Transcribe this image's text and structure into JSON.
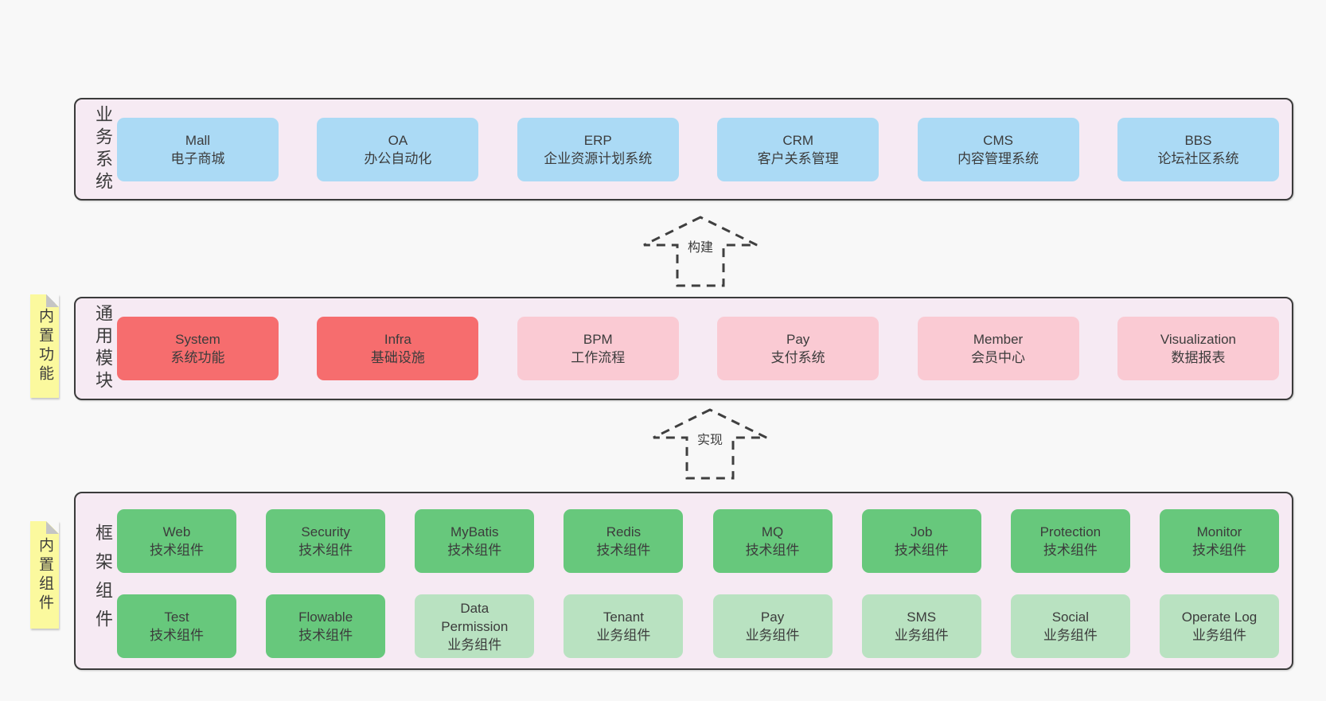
{
  "colors": {
    "page_bg": "#f8f8f8",
    "band_bg": "#f6eaf3",
    "band_border": "#3b3b3b",
    "blue": "#abdaf5",
    "red": "#f66d6e",
    "pink": "#facad3",
    "green": "#67c87c",
    "green_light": "#b9e2c1",
    "sticky_yellow": "#fbf99e",
    "sticky_fold": "#c5c5c5",
    "text": "#3c3c3c"
  },
  "bands": [
    {
      "label": "业务系统",
      "boxes": [
        {
          "name": "Mall",
          "desc": "电子商城"
        },
        {
          "name": "OA",
          "desc": "办公自动化"
        },
        {
          "name": "ERP",
          "desc": "企业资源计划系统"
        },
        {
          "name": "CRM",
          "desc": "客户关系管理"
        },
        {
          "name": "CMS",
          "desc": "内容管理系统"
        },
        {
          "name": "BBS",
          "desc": "论坛社区系统"
        }
      ]
    },
    {
      "label": "通用模块",
      "sticky": "内置功能",
      "boxes": [
        {
          "name": "System",
          "desc": "系统功能"
        },
        {
          "name": "Infra",
          "desc": "基础设施"
        },
        {
          "name": "BPM",
          "desc": "工作流程"
        },
        {
          "name": "Pay",
          "desc": "支付系统"
        },
        {
          "name": "Member",
          "desc": "会员中心"
        },
        {
          "name": "Visualization",
          "desc": "数据报表"
        }
      ]
    },
    {
      "label": "框架组件",
      "sticky": "内置组件",
      "rows": [
        [
          {
            "name": "Web",
            "desc": "技术组件"
          },
          {
            "name": "Security",
            "desc": "技术组件"
          },
          {
            "name": "MyBatis",
            "desc": "技术组件"
          },
          {
            "name": "Redis",
            "desc": "技术组件"
          },
          {
            "name": "MQ",
            "desc": "技术组件"
          },
          {
            "name": "Job",
            "desc": "技术组件"
          },
          {
            "name": "Protection",
            "desc": "技术组件"
          },
          {
            "name": "Monitor",
            "desc": "技术组件"
          }
        ],
        [
          {
            "name": "Test",
            "desc": "技术组件"
          },
          {
            "name": "Flowable",
            "desc": "技术组件"
          },
          {
            "name": "Data Permission",
            "desc": "业务组件"
          },
          {
            "name": "Tenant",
            "desc": "业务组件"
          },
          {
            "name": "Pay",
            "desc": "业务组件"
          },
          {
            "name": "SMS",
            "desc": "业务组件"
          },
          {
            "name": "Social",
            "desc": "业务组件"
          },
          {
            "name": "Operate Log",
            "desc": "业务组件"
          }
        ]
      ]
    }
  ],
  "arrows": [
    {
      "label": "构建"
    },
    {
      "label": "实现"
    }
  ]
}
